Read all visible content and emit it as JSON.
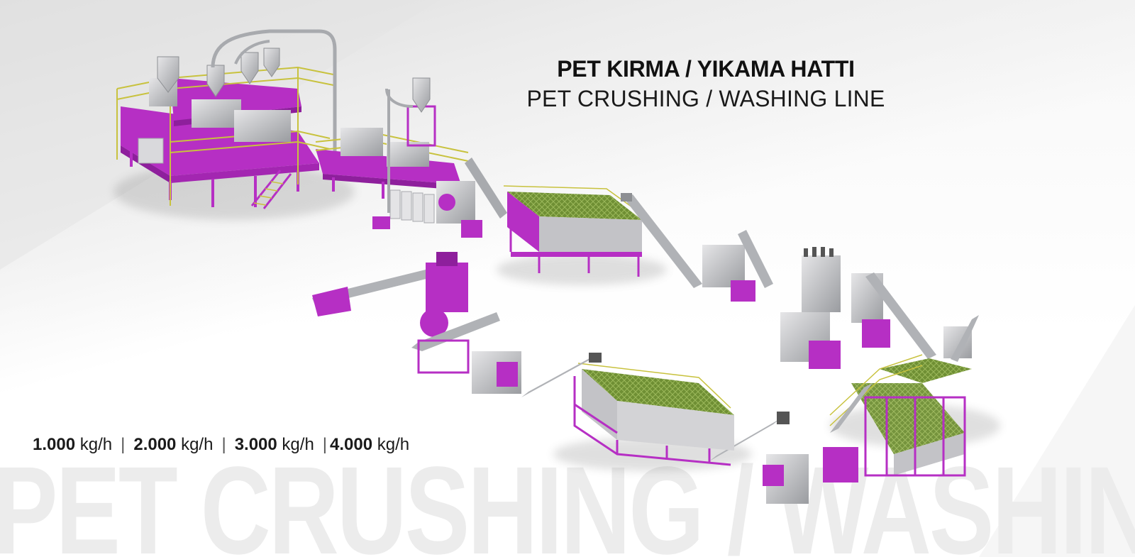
{
  "title": {
    "turkish": "PET KIRMA /  YIKAMA HATTI",
    "english": "PET CRUSHING / WASHING LINE"
  },
  "watermark": "PET CRUSHING / WASHING LINE",
  "capacities": [
    {
      "value": "1.000",
      "unit": "kg/h"
    },
    {
      "value": "2.000",
      "unit": "kg/h"
    },
    {
      "value": "3.000",
      "unit": "kg/h"
    },
    {
      "value": "4.000",
      "unit": "kg/h"
    }
  ],
  "separator": "|",
  "colors": {
    "magenta": "#b62fc4",
    "magenta_dark": "#8e1f9c",
    "steel": "#c9c9cc",
    "steel_dark": "#8d8f93",
    "railing": "#c8c23e",
    "green_mesh": "#7a9a3a"
  }
}
